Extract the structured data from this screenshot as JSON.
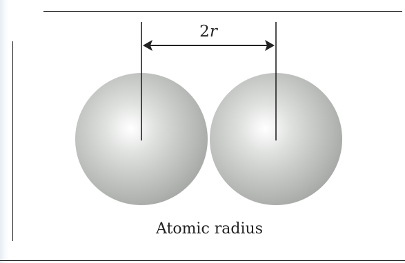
{
  "diagram": {
    "dimension_label_number": "2",
    "dimension_label_variable": "r",
    "caption": "Atomic radius",
    "colors": {
      "atom_outer": "#a9aba9",
      "atom_inner": "#ffffff",
      "line": "#222222"
    }
  }
}
